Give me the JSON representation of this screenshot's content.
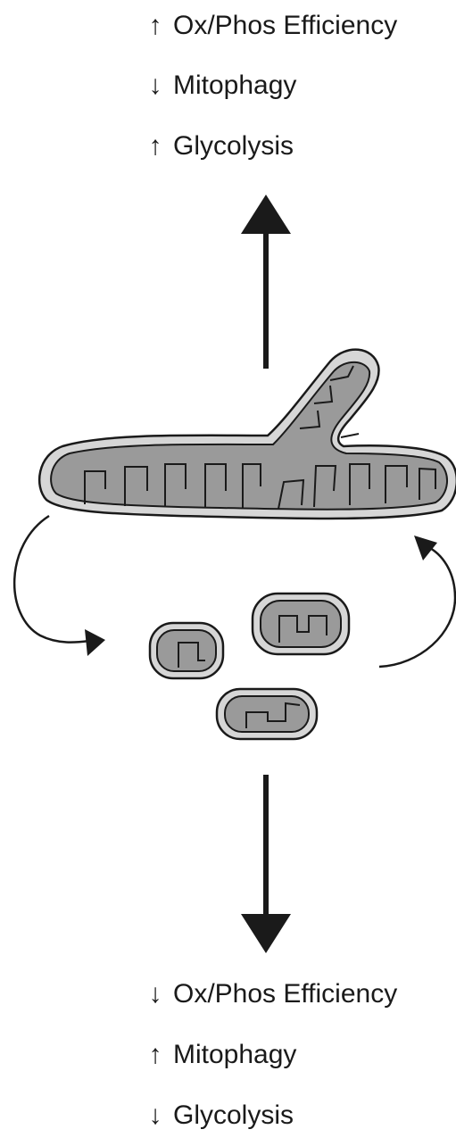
{
  "top_effects": [
    {
      "arrow": "↑",
      "label": "Ox/Phos Efficiency"
    },
    {
      "arrow": "↓",
      "label": "Mitophagy"
    },
    {
      "arrow": "↑",
      "label": "Glycolysis"
    }
  ],
  "bottom_effects": [
    {
      "arrow": "↓",
      "label": "Ox/Phos Efficiency"
    },
    {
      "arrow": "↑",
      "label": "Mitophagy"
    },
    {
      "arrow": "↓",
      "label": "Glycolysis"
    }
  ],
  "colors": {
    "ink": "#1a1a1a",
    "outer_membrane": "#d6d6d6",
    "matrix": "#9a9a9a"
  }
}
